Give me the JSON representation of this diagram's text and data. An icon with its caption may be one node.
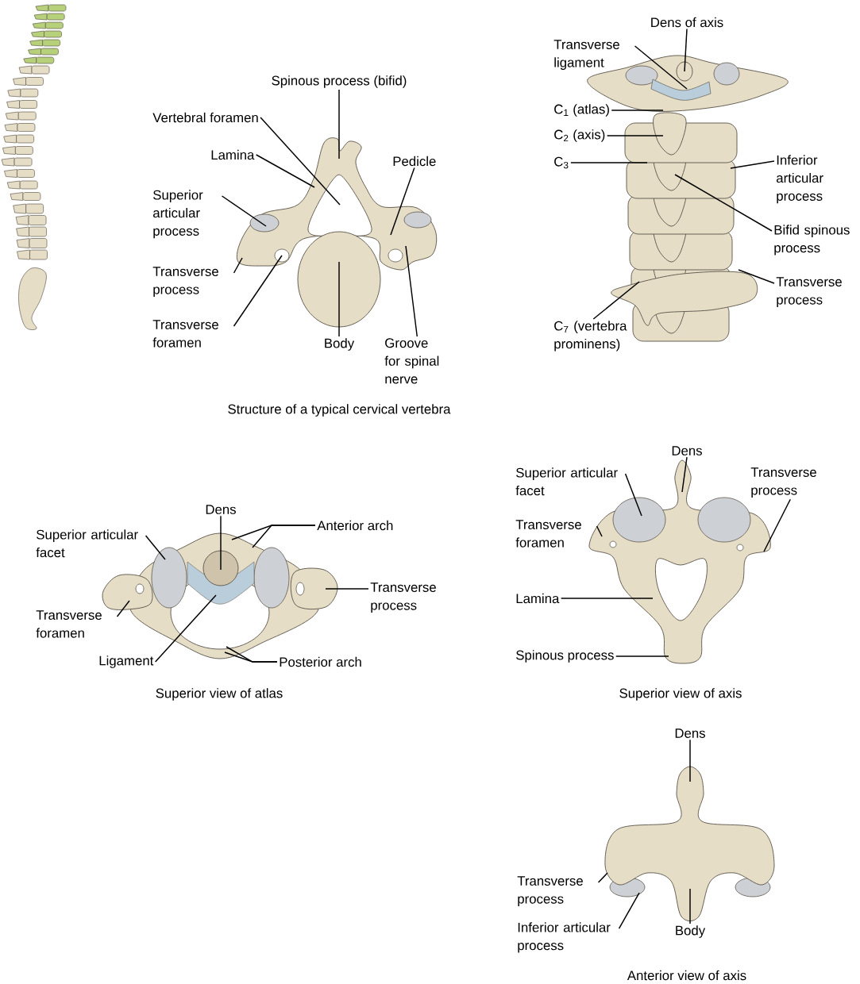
{
  "diagram": {
    "nodes": [
      {
        "text": [
          "Spinous process (bifid)"
        ]
      },
      {
        "text": [
          "Vertebral foramen"
        ]
      },
      {
        "text": [
          "Lamina"
        ]
      },
      {
        "text": [
          "Superior articular process"
        ]
      },
      {
        "text": [
          "Pedicle"
        ]
      },
      {
        "text": [
          "Transverse process"
        ]
      },
      {
        "text": [
          "Transverse foramen"
        ]
      },
      {
        "text": [
          "Body"
        ]
      },
      {
        "text": [
          "Groove for spinal nerve"
        ]
      },
      {
        "text": [
          "Dens of axis"
        ]
      },
      {
        "text": [
          "Transverse ligament"
        ]
      },
      {
        "text": [
          "C$_{1}$ (atlas)"
        ]
      },
      {
        "text": [
          "C$_{2}$ (axis)"
        ]
      },
      {
        "text": [
          "C$_{3}$"
        ]
      },
      {
        "text": [
          "Inferior articular process"
        ]
      },
      {
        "text": [
          "Bifid spinous process"
        ]
      },
      {
        "text": [
          "Transverse process"
        ]
      },
      {
        "text": [
          "C$_{7}$ (vertebra prominens)"
        ]
      },
      {
        "text": [
          "Dens"
        ]
      },
      {
        "text": [
          "Anterior arch"
        ]
      },
      {
        "text": [
          "Superior articular facet"
        ]
      },
      {
        "text": [
          "Transverse process"
        ]
      },
      {
        "text": [
          "Transverse foramen"
        ]
      },
      {
        "text": [
          "Ligament"
        ]
      },
      {
        "text": [
          "Posterior arch"
        ]
      },
      {
        "text": [
          "Dens"
        ]
      },
      {
        "text": [
          "Superior articular facet"
        ]
      },
      {
        "text": [
          "Transverse process"
        ]
      },
      {
        "text": [
          "Transverse foramen"
        ]
      },
      {
        "text": [
          "Lamina"
        ]
      },
      {
        "text": [
          "Spinous process"
        ]
      },
      {
        "text": [
          "Dens"
        ]
      },
      {
        "text": [
          "Transverse process"
        ]
      },
      {
        "text": [
          "Inferior articular process"
        ]
      },
      {
        "text": [
          "Body"
        ]
      }
    ],
    "edges": [
      {
        "from": 0,
        "to": null,
        "arrow": "none"
      },
      {
        "from": 1,
        "to": null,
        "arrow": "none"
      },
      {
        "from": 2,
        "to": null,
        "arrow": "none"
      },
      {
        "from": 3,
        "to": null,
        "arrow": "none"
      },
      {
        "from": 4,
        "to": null,
        "arrow": "none"
      },
      {
        "from": 5,
        "to": null,
        "arrow": "none"
      },
      {
        "from": 6,
        "to": null,
        "arrow": "none"
      },
      {
        "from": 7,
        "to": null,
        "arrow": "none"
      },
      {
        "from": 8,
        "to": null,
        "arrow": "none"
      },
      {
        "from": 9,
        "to": null,
        "arrow": "none"
      },
      {
        "from": 10,
        "to": null,
        "arrow": "none"
      },
      {
        "from": 11,
        "to": null,
        "arrow": "none"
      },
      {
        "from": 12,
        "to": null,
        "arrow": "none"
      },
      {
        "from": 13,
        "to": null,
        "arrow": "none"
      },
      {
        "from": 14,
        "to": null,
        "arrow": "none"
      },
      {
        "from": 15,
        "to": null,
        "arrow": "none"
      },
      {
        "from": 16,
        "to": null,
        "arrow": "none"
      },
      {
        "from": 17,
        "to": null,
        "arrow": "none"
      },
      {
        "from": 18,
        "to": null,
        "arrow": "none"
      },
      {
        "from": 19,
        "to": null,
        "arrow": "none"
      },
      {
        "from": 19,
        "to": null,
        "arrow": "none"
      },
      {
        "from": 20,
        "to": null,
        "arrow": "none"
      },
      {
        "from": 21,
        "to": null,
        "arrow": "none"
      },
      {
        "from": 22,
        "to": null,
        "arrow": "none"
      },
      {
        "from": 23,
        "to": null,
        "arrow": "none"
      },
      {
        "from": 24,
        "to": null,
        "arrow": "none"
      },
      {
        "from": 24,
        "to": null,
        "arrow": "none"
      },
      {
        "from": 25,
        "to": null,
        "arrow": "none"
      },
      {
        "from": 26,
        "to": null,
        "arrow": "none"
      },
      {
        "from": 27,
        "to": null,
        "arrow": "none"
      },
      {
        "from": 28,
        "to": null,
        "arrow": "none"
      },
      {
        "from": 29,
        "to": null,
        "arrow": "none"
      },
      {
        "from": 30,
        "to": null,
        "arrow": "none"
      },
      {
        "from": 31,
        "to": null,
        "arrow": "none"
      },
      {
        "from": 32,
        "to": null,
        "arrow": "none"
      },
      {
        "from": 33,
        "to": null,
        "arrow": "none"
      },
      {
        "from": 34,
        "to": null,
        "arrow": "none"
      }
    ],
    "labels": [
      "Structure of a typical cervical vertebra",
      "Superior view of atlas",
      "Superior view of axis",
      "Anterior view of axis"
    ]
  }
}
